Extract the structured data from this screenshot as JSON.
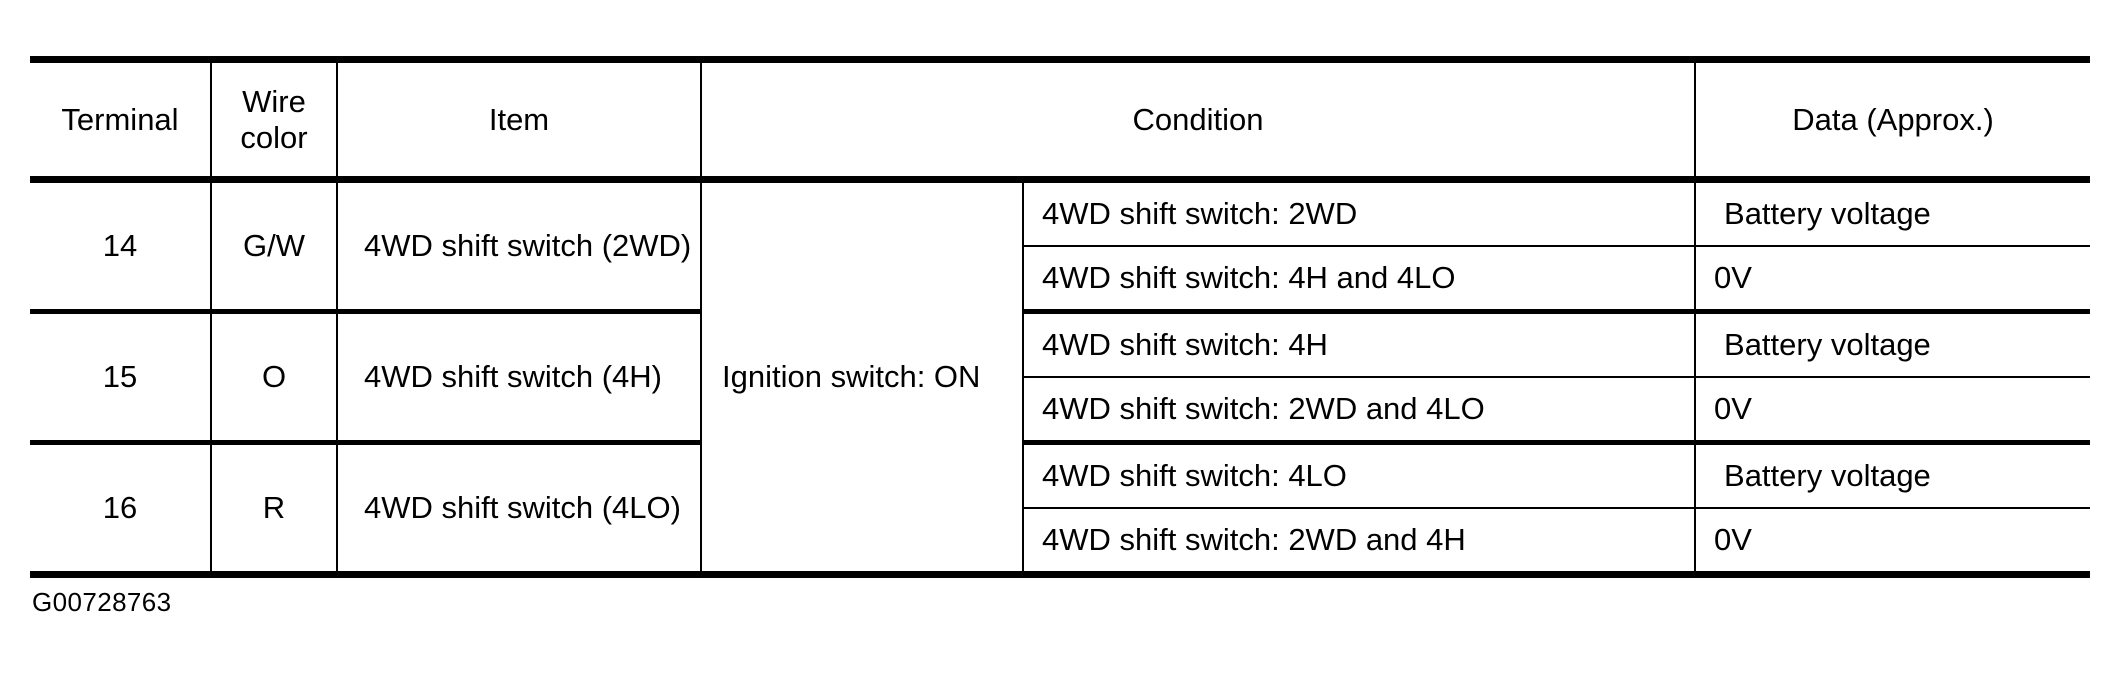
{
  "table": {
    "headers": {
      "terminal": "Terminal",
      "wire_color_line1": "Wire",
      "wire_color_line2": "color",
      "item": "Item",
      "condition": "Condition",
      "data": "Data (Approx.)"
    },
    "shared_condition": "Ignition switch: ON",
    "groups": [
      {
        "terminal": "14",
        "wire_color": "G/W",
        "item": "4WD shift switch (2WD)",
        "rows": [
          {
            "condition": "4WD shift switch: 2WD",
            "data": "Battery voltage"
          },
          {
            "condition": "4WD shift switch: 4H and 4LO",
            "data": "0V"
          }
        ]
      },
      {
        "terminal": "15",
        "wire_color": "O",
        "item": "4WD shift switch (4H)",
        "rows": [
          {
            "condition": "4WD shift switch: 4H",
            "data": "Battery voltage"
          },
          {
            "condition": "4WD shift switch: 2WD and 4LO",
            "data": "0V"
          }
        ]
      },
      {
        "terminal": "16",
        "wire_color": "R",
        "item": "4WD shift switch (4LO)",
        "rows": [
          {
            "condition": "4WD shift switch: 4LO",
            "data": "Battery voltage"
          },
          {
            "condition": "4WD shift switch: 2WD and 4H",
            "data": "0V"
          }
        ]
      }
    ]
  },
  "caption": "G00728763",
  "colors": {
    "ink": "#000000",
    "paper": "#ffffff"
  }
}
